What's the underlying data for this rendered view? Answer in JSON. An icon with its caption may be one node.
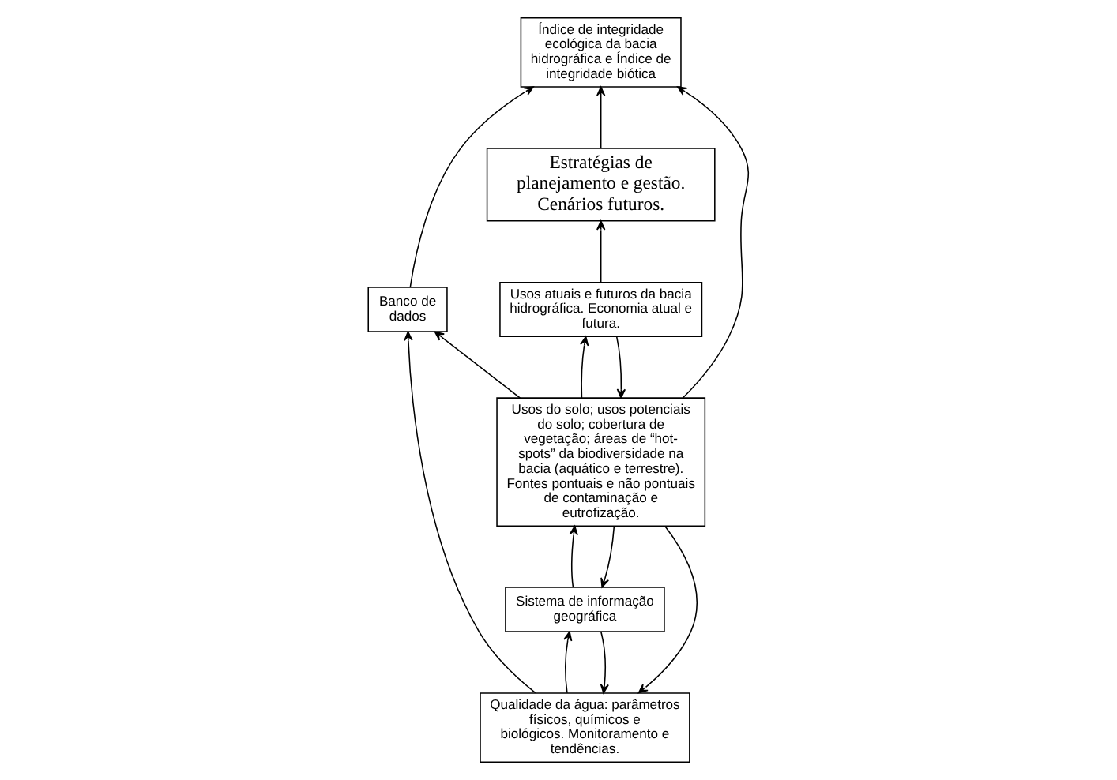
{
  "diagram": {
    "nodes": [
      {
        "text": [
          "Índice de integridade ecológica da bacia hidrográfica e Índice de integridade biótica"
        ]
      },
      {
        "text": [
          "Qualidade da água: parâmetros físicos, químicos e biológicos. Monitoramento e tendências."
        ]
      },
      {
        "text": [
          "Banco de dados"
        ]
      },
      {
        "text": [
          "Sistema de informação geográfica"
        ]
      },
      {
        "text": [
          "Estratégias de planejamento e gestão. Cenários futuros."
        ]
      },
      {
        "text": [
          "Usos atuais e futuros da bacia hidrográfica. Economia atual e futura."
        ]
      },
      {
        "text": [
          "Usos do solo; usos potenciais do solo; cobertura de vegetação; áreas de “hot-spots” da biodiversidade na bacia (aquático e terrestre). Fontes pontuais e não pontuais de contaminação e eutrofização."
        ]
      }
    ],
    "edges": [
      {
        "from": 1,
        "to": 2,
        "arrow": "to"
      },
      {
        "from": 2,
        "to": 0,
        "arrow": "to"
      },
      {
        "from": 6,
        "to": 0,
        "arrow": "to"
      },
      {
        "from": 6,
        "to": 2,
        "arrow": "to"
      },
      {
        "from": 6,
        "to": 1,
        "arrow": "to"
      },
      {
        "from": 3,
        "to": 1,
        "arrow": "to"
      },
      {
        "from": 1,
        "to": 3,
        "arrow": "to"
      },
      {
        "from": 6,
        "to": 3,
        "arrow": "to"
      },
      {
        "from": 3,
        "to": 6,
        "arrow": "to"
      },
      {
        "from": 4,
        "to": 0,
        "arrow": "to"
      },
      {
        "from": 5,
        "to": 4,
        "arrow": "to"
      },
      {
        "from": 6,
        "to": 5,
        "arrow": "to"
      },
      {
        "from": 5,
        "to": 6,
        "arrow": "to"
      }
    ]
  }
}
